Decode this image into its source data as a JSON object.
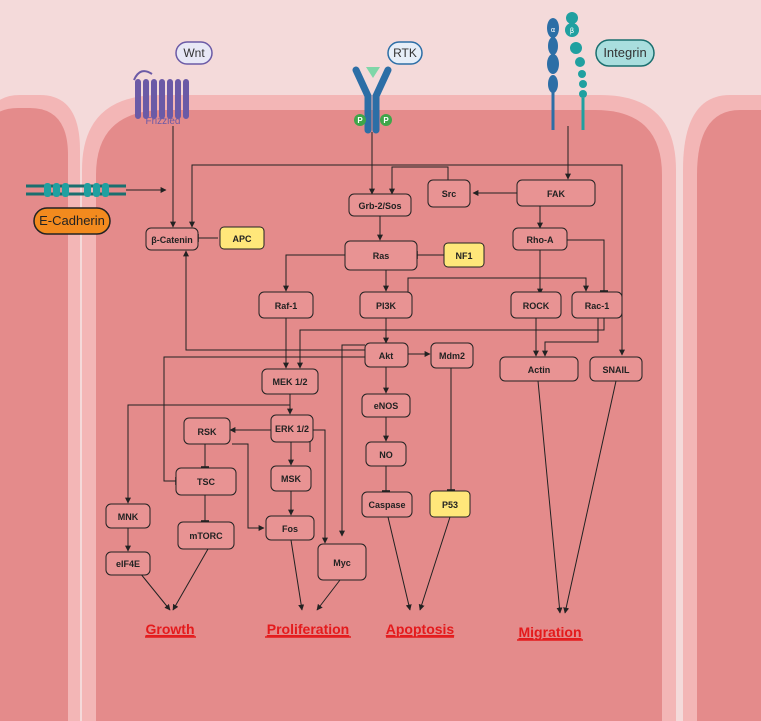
{
  "receptors": {
    "wnt": "Wnt",
    "frizzled": "Frizzled",
    "rtk": "RTK",
    "phospho": "P",
    "integrin": "Integrin",
    "alpha": "α",
    "beta": "β",
    "ecadherin": "E-Cadherin"
  },
  "nodes": {
    "beta_catenin": "β-Catenin",
    "apc": "APC",
    "grb2sos": "Grb-2/Sos",
    "src": "Src",
    "fak": "FAK",
    "ras": "Ras",
    "nf1": "NF1",
    "rhoa": "Rho-A",
    "raf1": "Raf-1",
    "pi3k": "PI3K",
    "rock": "ROCK",
    "rac1": "Rac-1",
    "akt": "Akt",
    "mdm2": "Mdm2",
    "mek": "MEK 1/2",
    "actin": "Actin",
    "snail": "SNAIL",
    "enos": "eNOS",
    "rsk": "RSK",
    "erk": "ERK 1/2",
    "no": "NO",
    "tsc": "TSC",
    "msk": "MSK",
    "mnk": "MNK",
    "caspase": "Caspase",
    "p53": "P53",
    "mtorc": "mTORC",
    "fos": "Fos",
    "eif4e": "eIF4E",
    "myc": "Myc"
  },
  "outcomes": {
    "growth": "Growth",
    "proliferation": "Proliferation",
    "apoptosis": "Apoptosis",
    "migration": "Migration"
  },
  "colors": {
    "cell_fill": "#e89393",
    "cell_inner": "#e48b8b",
    "membrane": "#f3b6b6",
    "background": "#f4dada",
    "inhibitor_fill": "#ffe77a",
    "receptor_blue": "#2c6ea6",
    "integrin_teal": "#20a0a0",
    "ecadherin_orange": "#f28a1e",
    "outcome_red": "#e41a1c"
  }
}
